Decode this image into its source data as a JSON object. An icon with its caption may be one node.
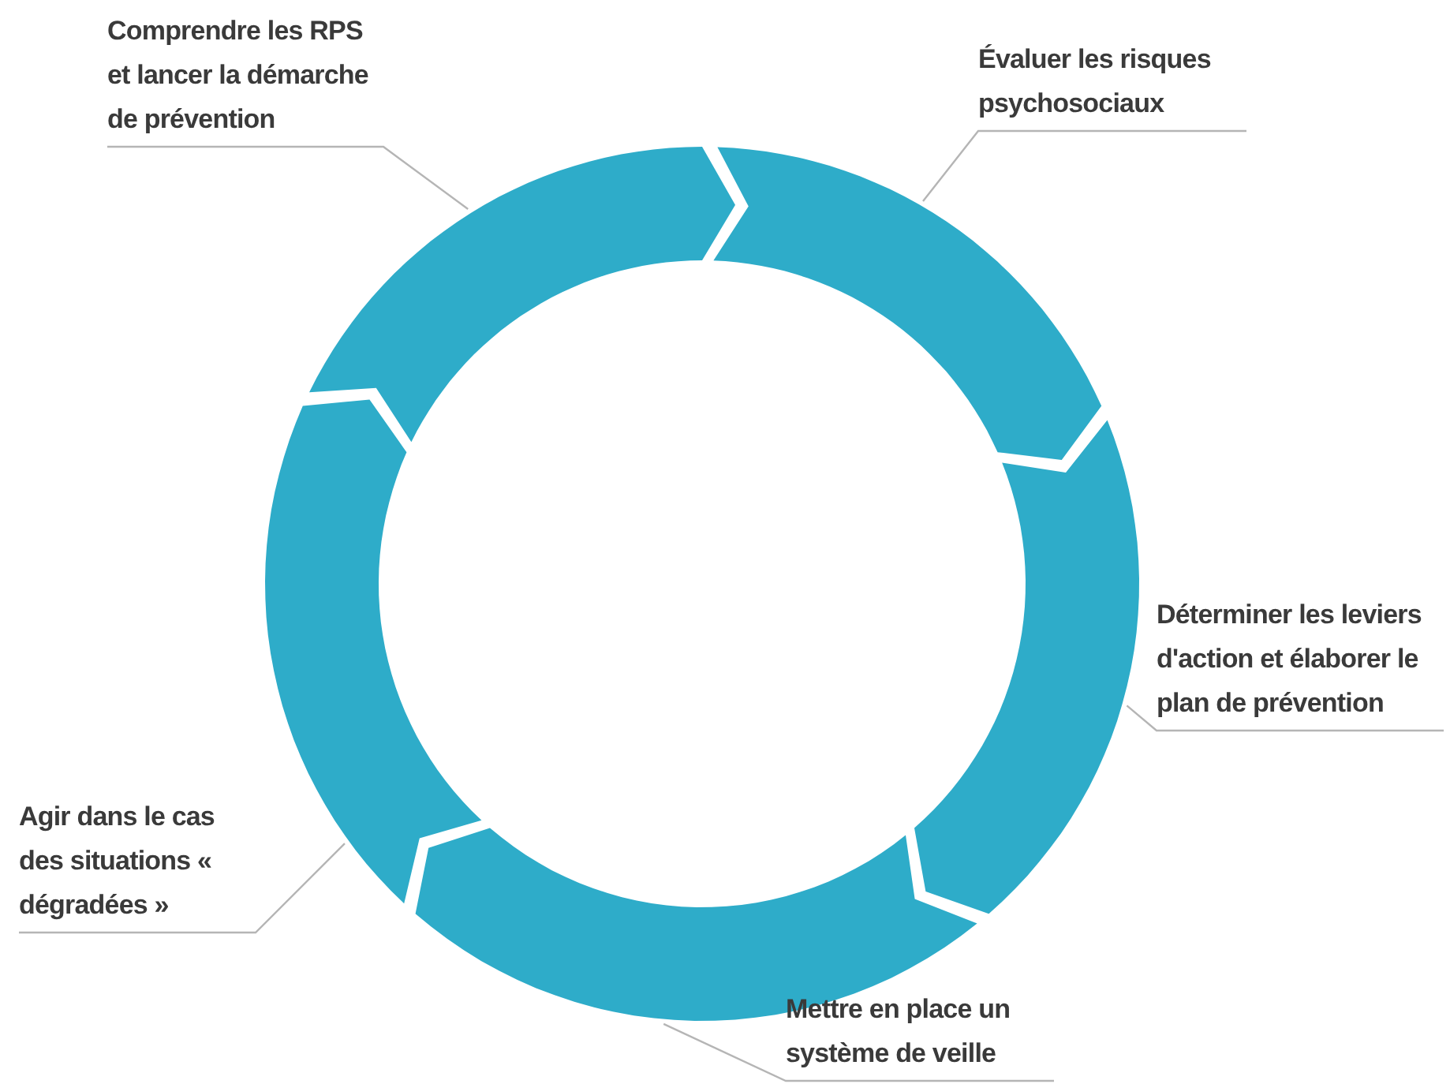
{
  "diagram": {
    "nodes": [
      {
        "text": [
          "Comprendre les RPS et lancer la démarche de prévention"
        ]
      },
      {
        "text": [
          "Évaluer les risques psychosociaux"
        ]
      },
      {
        "text": [
          "Déterminer les leviers d'action et élaborer le plan de prévention"
        ]
      },
      {
        "text": [
          "Agir dans le cas des situations « dégradées »"
        ]
      },
      {
        "text": [
          "Mettre en place un système de veille"
        ]
      },
      {
        "text": [],
        "shape": "arrow"
      },
      {
        "text": [],
        "shape": "arrow"
      },
      {
        "text": [],
        "shape": "arrow"
      },
      {
        "text": [],
        "shape": "arrow"
      },
      {
        "text": [],
        "shape": "arrow"
      }
    ],
    "edges": [
      {
        "from": 0,
        "to": 5,
        "arrow": "none"
      },
      {
        "from": 1,
        "to": 6,
        "arrow": "none"
      },
      {
        "from": 2,
        "to": 7,
        "arrow": "none"
      },
      {
        "from": 3,
        "to": 8,
        "arrow": "none"
      },
      {
        "from": 4,
        "to": 9,
        "arrow": "none"
      }
    ]
  }
}
